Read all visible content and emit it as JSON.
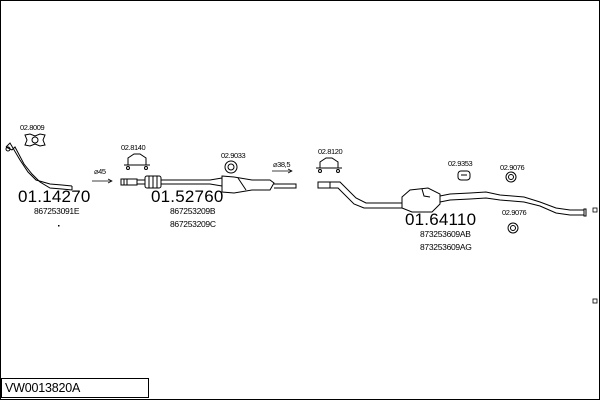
{
  "diagram": {
    "title": "VW0013820A",
    "sections": [
      {
        "code": "01.14270",
        "oem": [
          "867253091E"
        ]
      },
      {
        "code": "01.52760",
        "oem": [
          "867253209B",
          "867253209C"
        ]
      },
      {
        "code": "01.64110",
        "oem": [
          "873253609AB",
          "873253609AG"
        ]
      }
    ],
    "parts": [
      {
        "code": "02.8009"
      },
      {
        "code": "02.8140"
      },
      {
        "code": "02.9033"
      },
      {
        "code": "02.8120"
      },
      {
        "code": "02.9353"
      },
      {
        "code": "02.9076"
      },
      {
        "code": "02.9076"
      }
    ],
    "dimensions": [
      {
        "label": "⌀45"
      },
      {
        "label": "⌀38,5"
      }
    ],
    "stroke_color": "#000000",
    "background_color": "#ffffff"
  }
}
